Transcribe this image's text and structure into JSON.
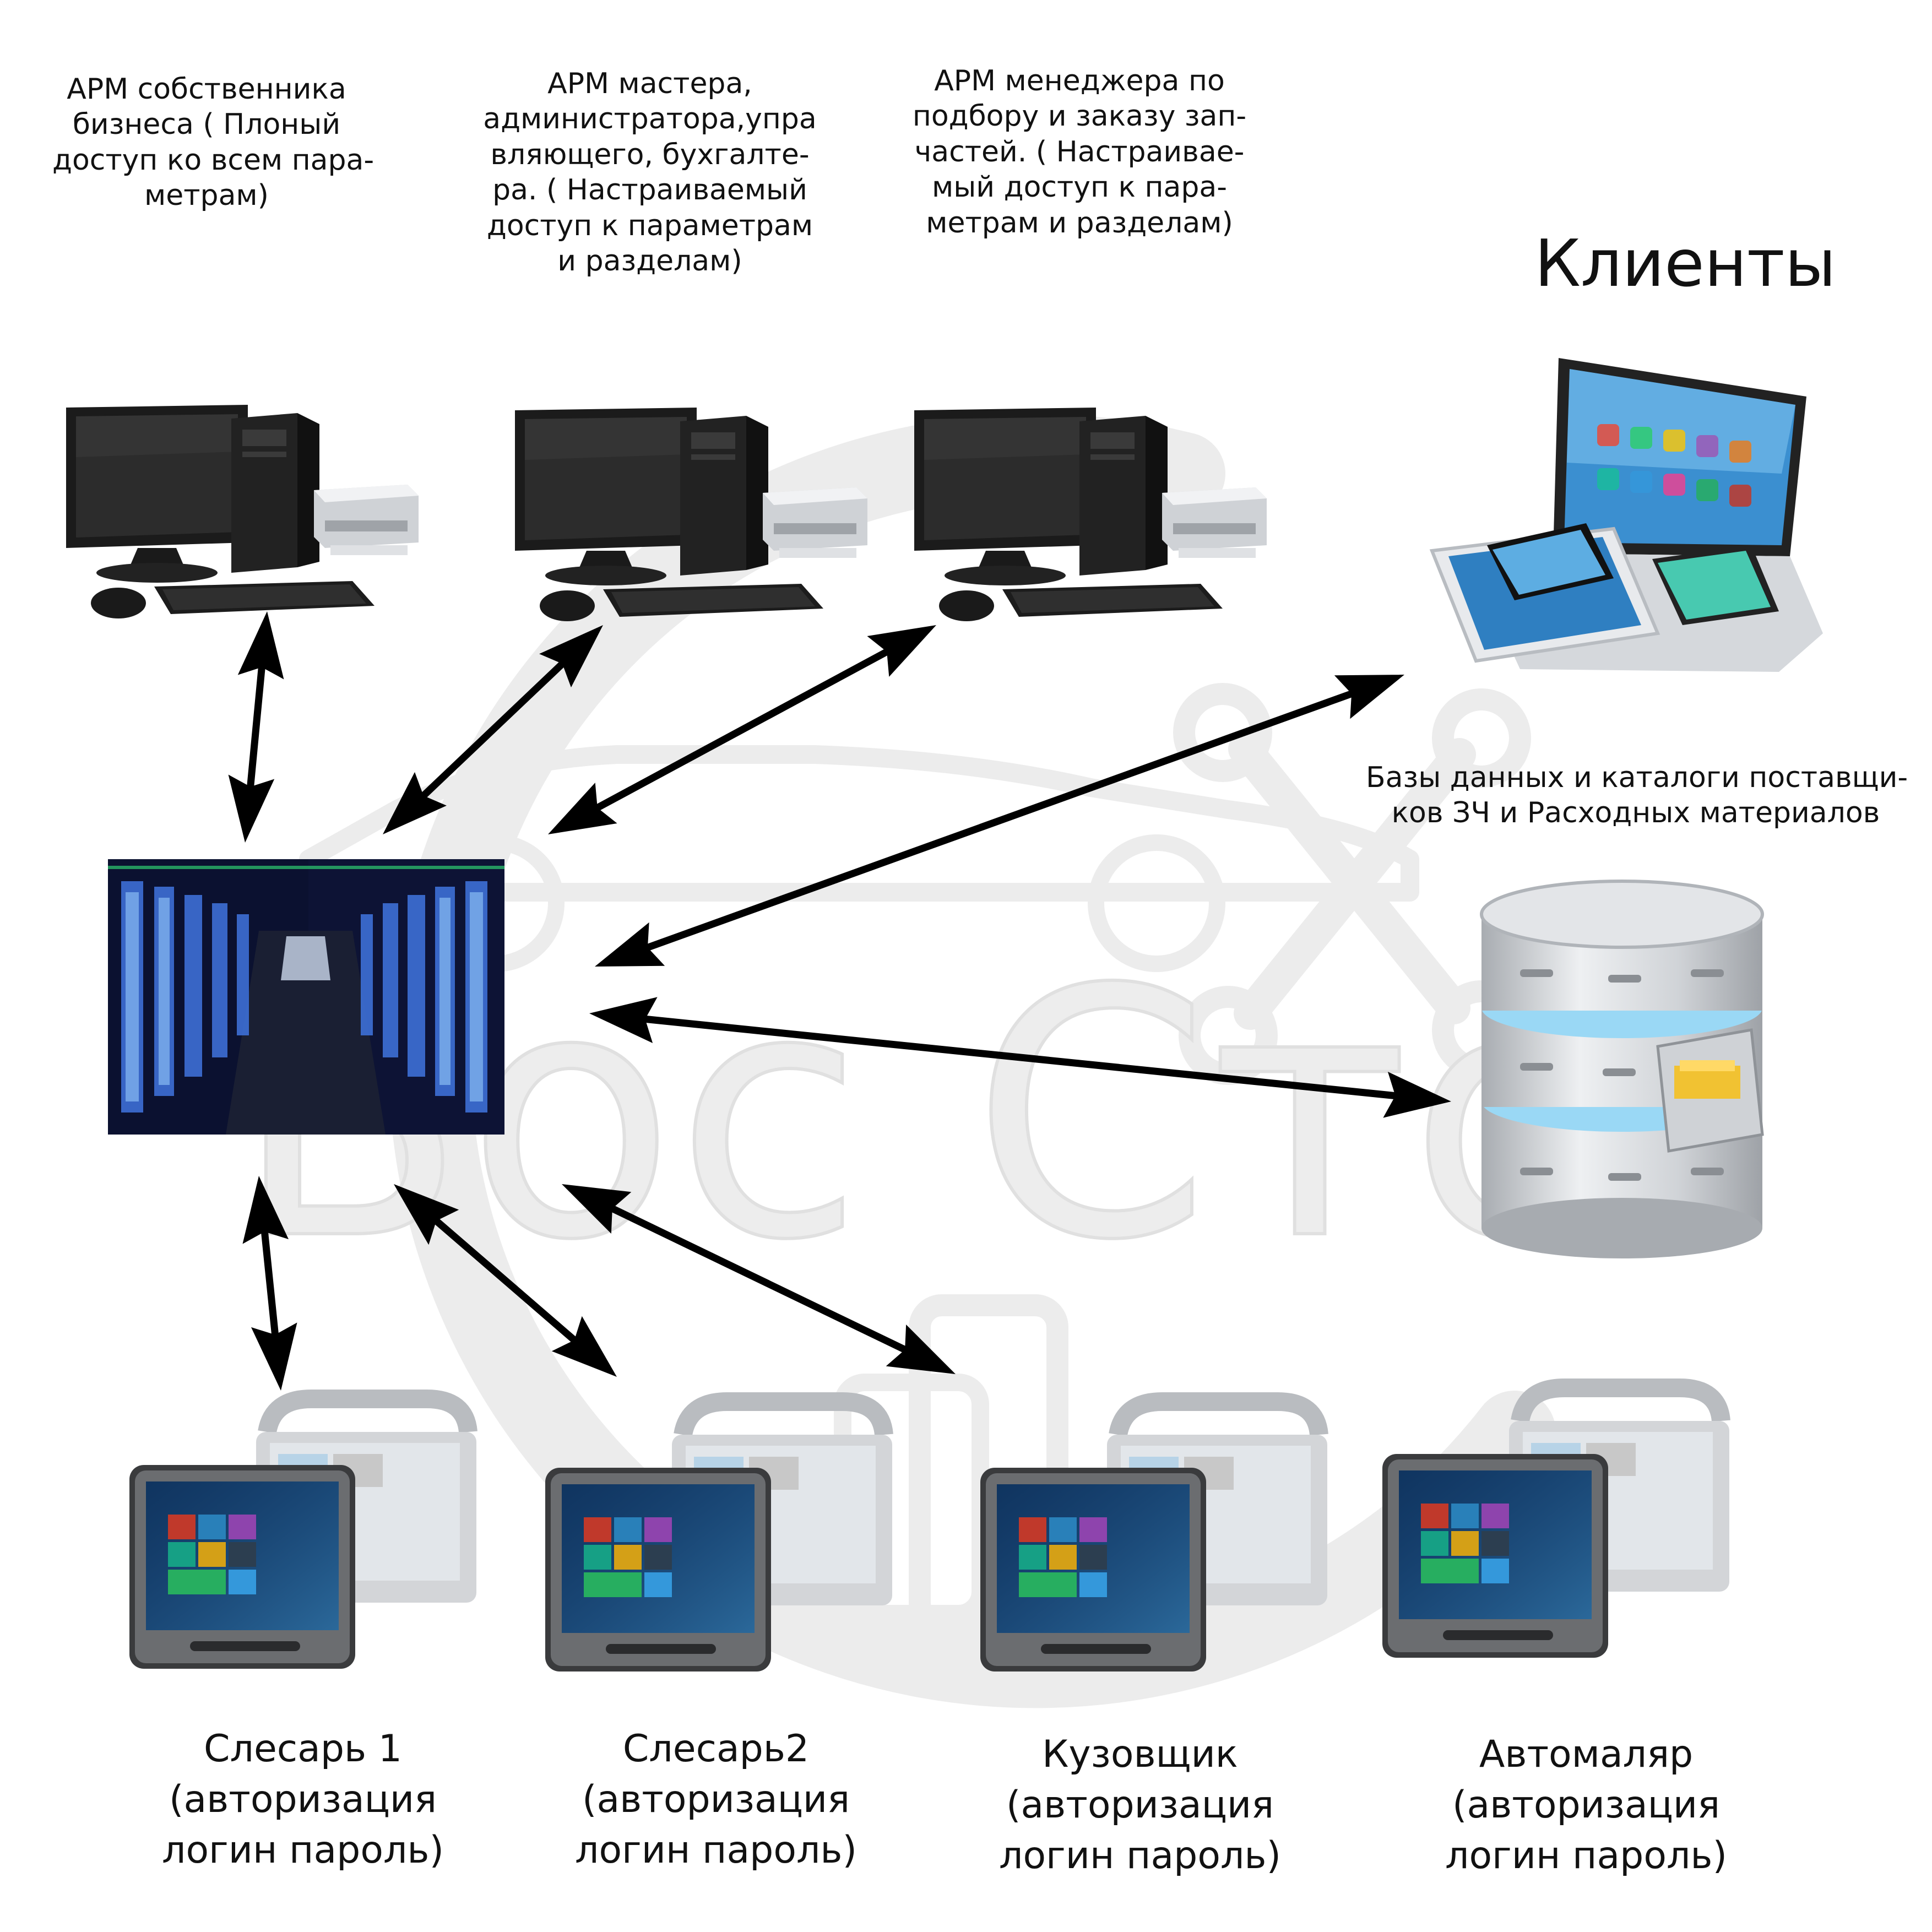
{
  "watermark": {
    "text": "Бос Сто"
  },
  "captions": {
    "owner": [
      "АРМ собственника",
      "бизнеса ( Плоный",
      "доступ ко всем пара-",
      "метрам)"
    ],
    "master": [
      "АРМ мастера,",
      "администратора,упра",
      "вляющего, бухгалте-",
      "ра. ( Настраиваемый",
      "доступ к параметрам",
      "и разделам)"
    ],
    "manager": [
      "АРМ менеджера по",
      "подбору и заказу зап-",
      "частей. ( Настраивае-",
      "мый  доступ к пара-",
      "метрам и разделам)"
    ],
    "clients": "Клиенты",
    "databases": [
      "Базы данных и каталоги поставщи-",
      "ков ЗЧ и Расходных материалов"
    ]
  },
  "workers": [
    {
      "role": "Слесарь 1",
      "line2": "(авторизация",
      "line3": "логин пароль)"
    },
    {
      "role": "Слесарь2",
      "line2": "(авторизация",
      "line3": "логин пароль)"
    },
    {
      "role": "Кузовщик",
      "line2": "(авторизация",
      "line3": "логин пароль)"
    },
    {
      "role": "Автомаляр",
      "line2": "(авторизация",
      "line3": "логин пароль)"
    }
  ],
  "icons": {
    "server": "data-center-image",
    "workstations": "desktop-pc-with-printer-icon",
    "clients": "laptop-tablet-phone-icon",
    "databases": "database-cabinet-icon",
    "tablets": "rugged-tablet-icon",
    "connectors": "double-headed-arrow"
  }
}
